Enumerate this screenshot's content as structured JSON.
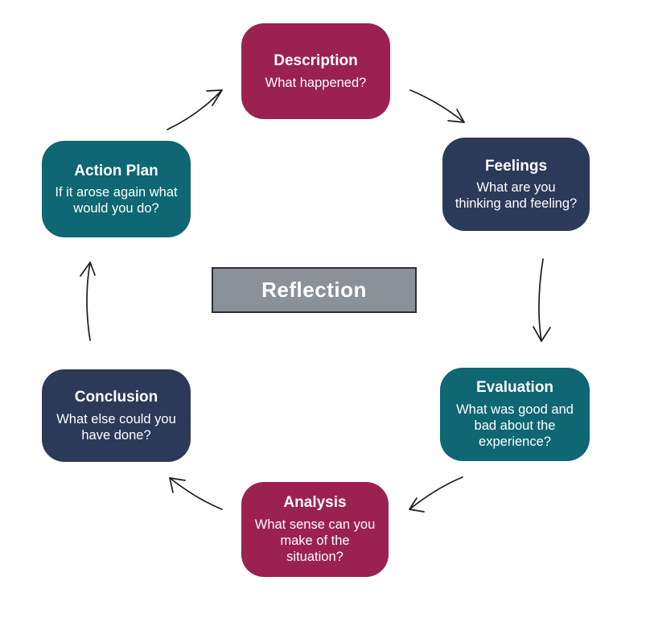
{
  "diagram": {
    "name": "reflective-cycle",
    "center": {
      "label": "Reflection",
      "bg_color": "#8A9199",
      "border_color": "#2E2E2E"
    },
    "nodes": [
      {
        "id": "description",
        "title": "Description",
        "subtitle": "What happened?",
        "color": "#9B2150"
      },
      {
        "id": "feelings",
        "title": "Feelings",
        "subtitle": "What are you\nthinking and feeling?",
        "color": "#2B3A58"
      },
      {
        "id": "evaluation",
        "title": "Evaluation",
        "subtitle": "What was good and\nbad about the\nexperience?",
        "color": "#0E6772"
      },
      {
        "id": "analysis",
        "title": "Analysis",
        "subtitle": "What sense can you\nmake of the\nsituation?",
        "color": "#9B2150"
      },
      {
        "id": "conclusion",
        "title": "Conclusion",
        "subtitle": "What else could you\nhave done?",
        "color": "#2B3A58"
      },
      {
        "id": "action_plan",
        "title": "Action Plan",
        "subtitle": "If it arose again what\nwould you do?",
        "color": "#0E6772"
      }
    ],
    "arrow_color": "#1C1C1C"
  }
}
